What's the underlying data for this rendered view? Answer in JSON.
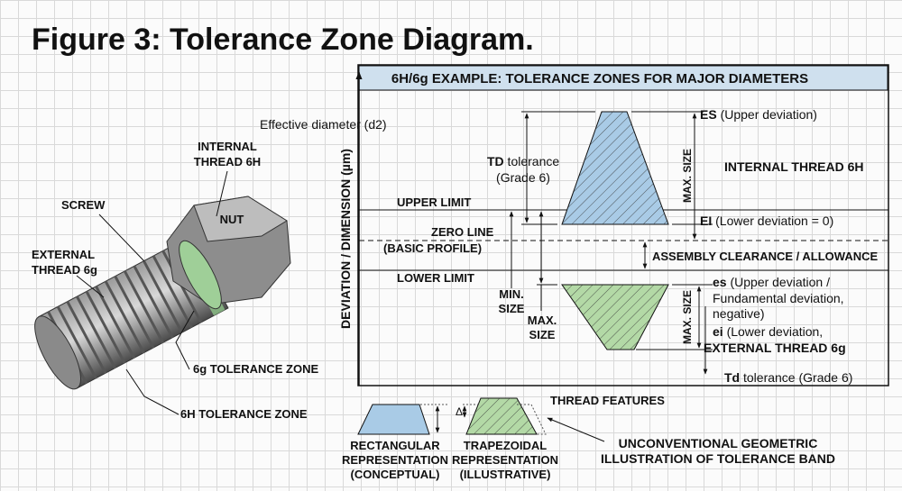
{
  "title": "Figure 3: Tolerance Zone Diagram.",
  "panel_header": "6H/6g EXAMPLE: TOLERANCE ZONES FOR MAJOR DIAMETERS",
  "axis_label": "DEVIATION / DIMENSION (µm)",
  "effective_diameter": "Effective diameter (d2)",
  "upper_limit": "UPPER LIMIT",
  "zero_line": "ZERO LINE",
  "basic_profile": "(BASIC PROFILE)",
  "lower_limit": "LOWER LIMIT",
  "td_bold": "TD",
  "td_rest": " tolerance",
  "td_grade": "(Grade 6)",
  "min_size": [
    "MIN.",
    "SIZE"
  ],
  "max_size": [
    "MAX.",
    "SIZE"
  ],
  "max_size_vertical": "MAX. SIZE",
  "es_upper_bold": "ES",
  "es_upper_rest": " (Upper deviation)",
  "internal_thread": "INTERNAL THREAD 6H",
  "ei_bold": "EI",
  "ei_rest": " (Lower deviation = 0)",
  "assembly": "ASSEMBLY CLEARANCE / ALLOWANCE",
  "es_lower_bold": "es",
  "es_lower_rest": " (Upper deviation /",
  "es_lower_2": "Fundamental deviation,",
  "es_lower_3": "negative)",
  "ei_lower_bold": "ei",
  "ei_lower_rest": " (Lower deviation,",
  "external_thread": "EXTERNAL THREAD 6g",
  "td_lower_bold": "Td",
  "td_lower_rest": " tolerance (Grade 6)",
  "left": {
    "internal": [
      "INTERNAL",
      "THREAD 6H"
    ],
    "nut": "NUT",
    "screw": "SCREW",
    "external": [
      "EXTERNAL",
      "THREAD 6g"
    ],
    "zone6g": "6g TOLERANCE ZONE",
    "zone6h": "6H TOLERANCE ZONE"
  },
  "bottom": {
    "thread_features": "THREAD FEATURES",
    "delta": "Δ",
    "rect": [
      "RECTANGULAR",
      "REPRESENTATION",
      "(CONCEPTUAL)"
    ],
    "trap": [
      "TRAPEZOIDAL",
      "REPRESENTATION",
      "(ILLUSTRATIVE)"
    ],
    "unconv": [
      "UNCONVENTIONAL GEOMETRIC",
      "ILLUSTRATION OF TOLERANCE BAND"
    ]
  },
  "colors": {
    "blue": "#a9cbe6",
    "green": "#b3d9a6",
    "header": "#cfe0ee"
  }
}
